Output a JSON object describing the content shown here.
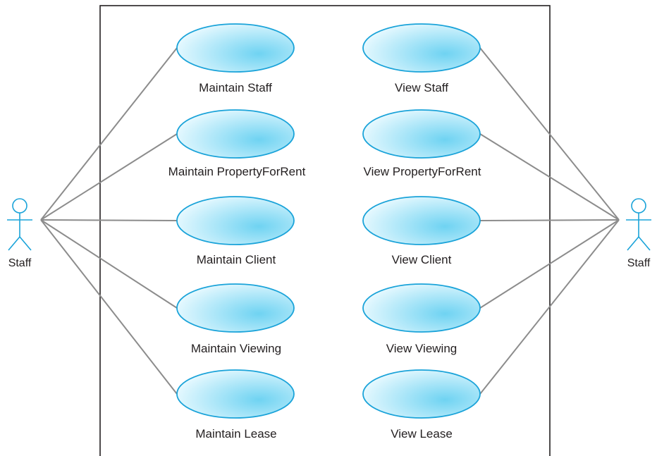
{
  "colors": {
    "usecase_stroke": "#1aa3d9",
    "usecase_fill_light": "#eafaff",
    "usecase_fill_dark": "#6fd3f2",
    "actor_stroke": "#1aa3d9",
    "association_line": "#8c8c8c",
    "boundary": "#231f20"
  },
  "actors": {
    "left": {
      "label": "Staff",
      "icon": "stick-figure-icon"
    },
    "right": {
      "label": "Staff",
      "icon": "stick-figure-icon"
    }
  },
  "use_cases": {
    "left": [
      {
        "label": "Maintain Staff"
      },
      {
        "label": "Maintain PropertyForRent"
      },
      {
        "label": "Maintain Client"
      },
      {
        "label": "Maintain Viewing"
      },
      {
        "label": "Maintain Lease"
      }
    ],
    "right": [
      {
        "label": "View Staff"
      },
      {
        "label": "View PropertyForRent"
      },
      {
        "label": "View Client"
      },
      {
        "label": "View Viewing"
      },
      {
        "label": "View Lease"
      }
    ]
  }
}
